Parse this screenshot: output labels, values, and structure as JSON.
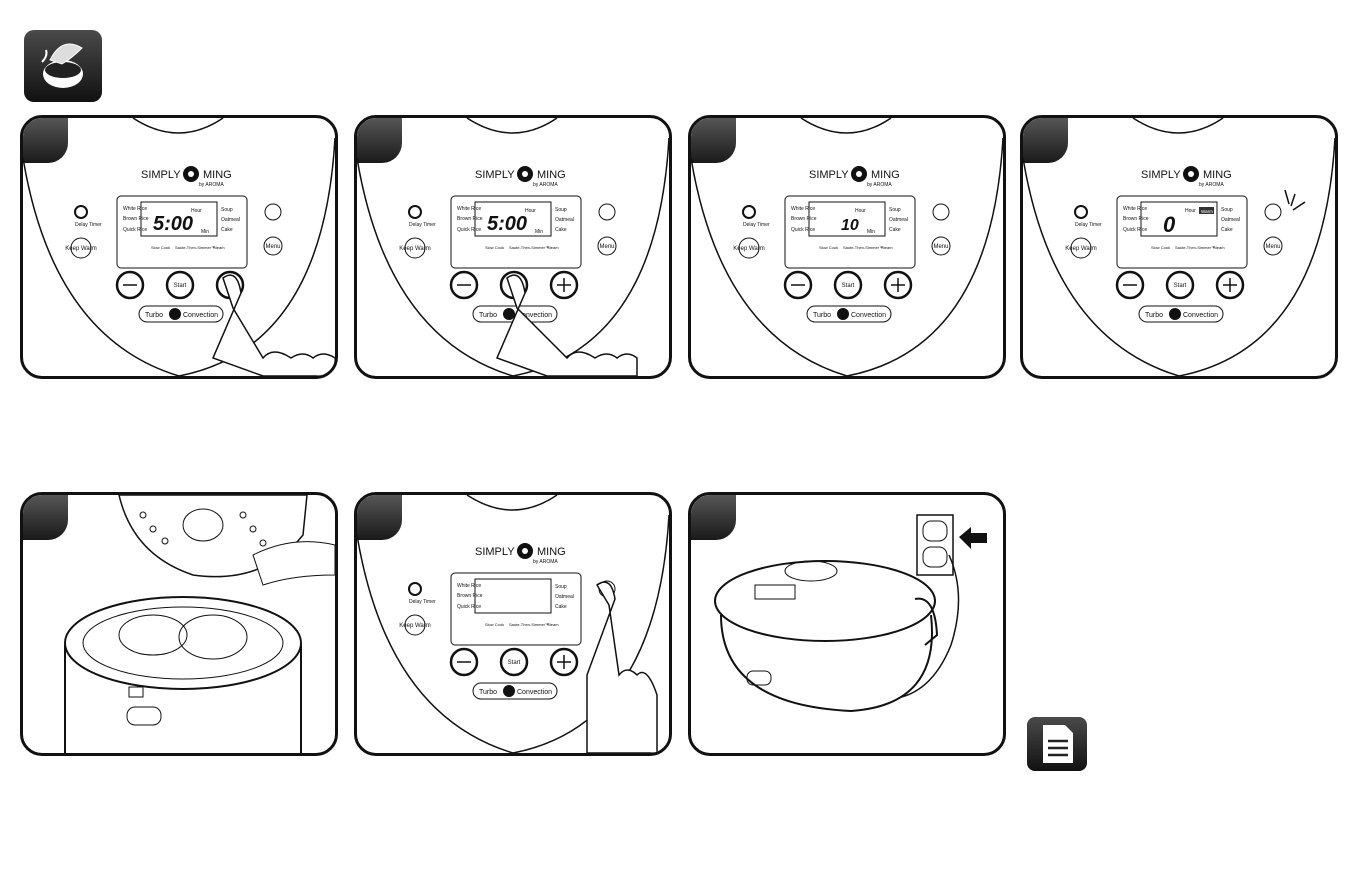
{
  "brand": {
    "name": "SIMPLY",
    "name2": "MING",
    "sub": "by AROMA"
  },
  "controls": {
    "delay_timer": "Delay Timer",
    "keep_warm": "Keep Warm",
    "menu": "Menu",
    "start": "Start",
    "turbo": "Turbo",
    "convection": "Convection"
  },
  "modes": {
    "left": [
      "White Rice",
      "Brown Rice",
      "Quick Rice"
    ],
    "right": [
      "Soup",
      "Oatmeal",
      "Cake"
    ],
    "bottom": [
      "Slow Cook",
      "Saute-Then-Simmer™",
      "Steam"
    ]
  },
  "display": {
    "hour": "Hour",
    "min": "Min",
    "p1_value": "5:00",
    "p2_value": "5:00",
    "p3_value": "10",
    "p4_value": "0",
    "p4_badge": "Warm"
  },
  "colors": {
    "ink": "#111111",
    "badge": "#333333"
  }
}
